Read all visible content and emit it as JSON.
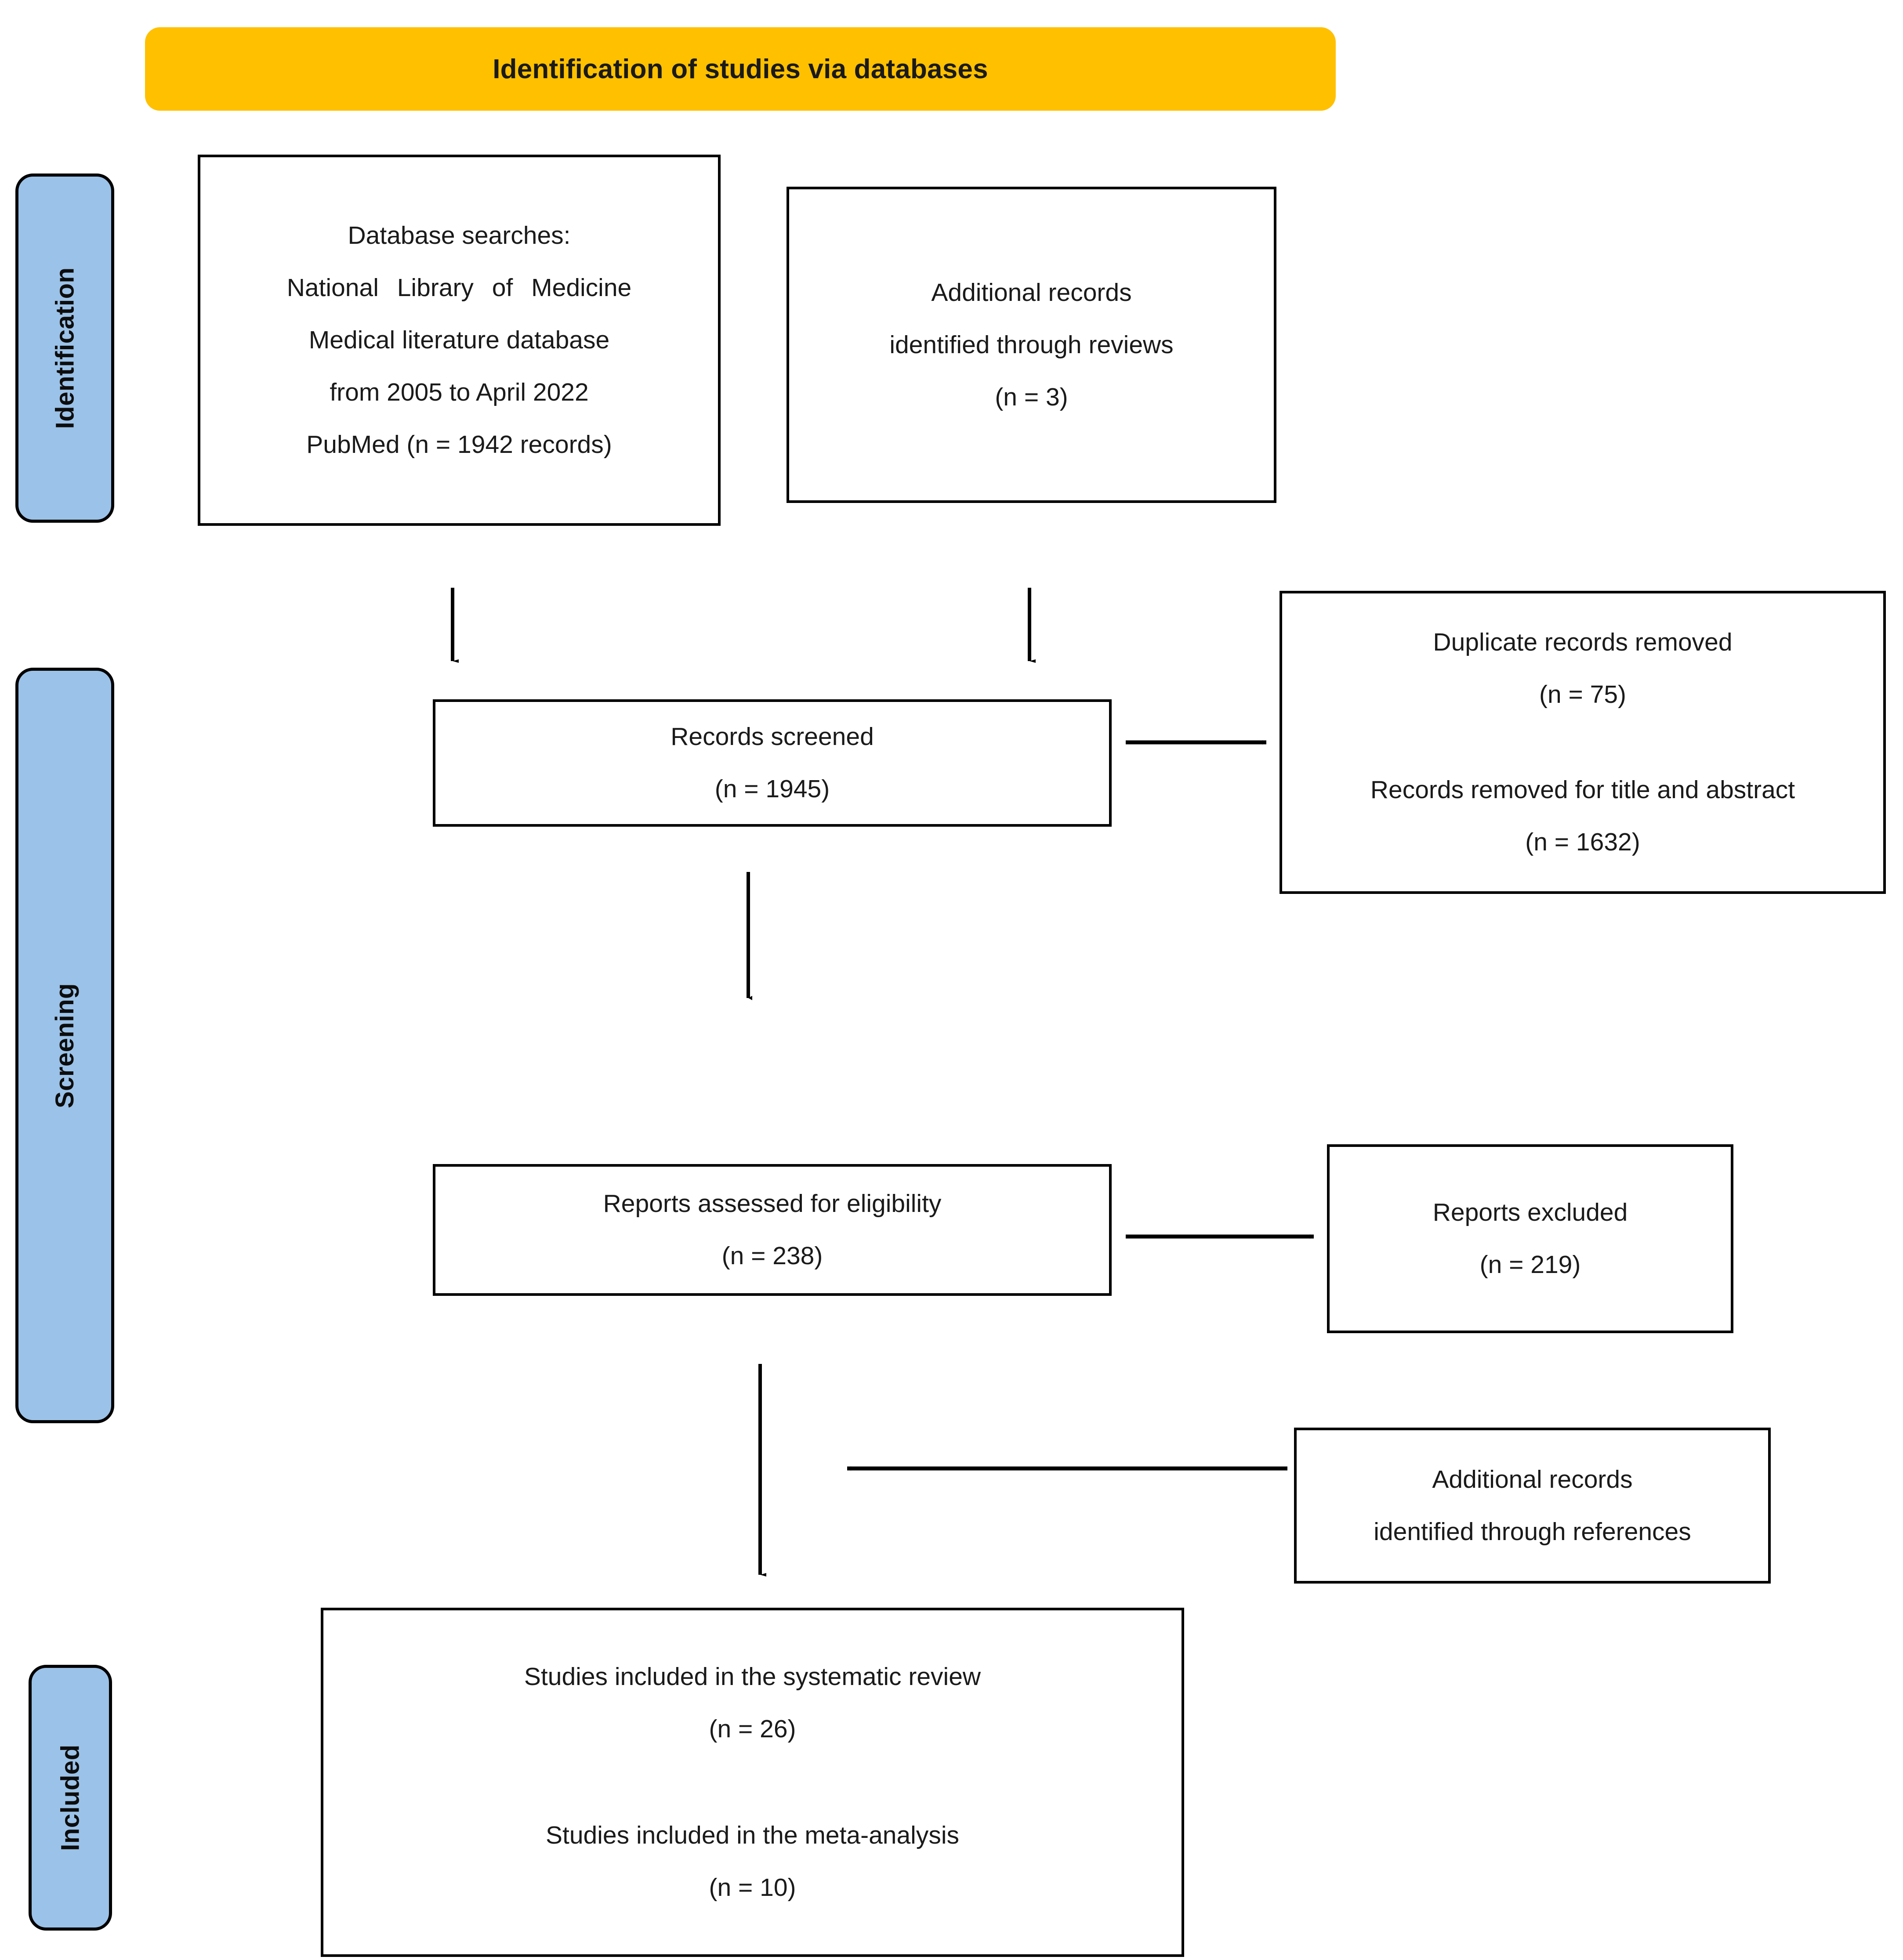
{
  "banner": {
    "title": "Identification of studies via databases",
    "color": "#ffc000"
  },
  "stages": [
    {
      "id": "identification",
      "label": "Identification",
      "color": "#9bc2e8"
    },
    {
      "id": "screening",
      "label": "Screening",
      "color": "#9bc2e8"
    },
    {
      "id": "included",
      "label": "Included",
      "color": "#9bc2e8"
    }
  ],
  "boxes": {
    "database_searches": {
      "lines": [
        "Database searches:",
        "National Library of Medicine",
        "Medical literature database",
        "from 2005 to April 2022",
        "PubMed (n = 1942 records)"
      ]
    },
    "additional_reviews": {
      "lines": [
        "Additional records",
        "identified through reviews",
        "(n = 3)"
      ]
    },
    "records_screened": {
      "lines": [
        "Records screened",
        "(n = 1945)"
      ]
    },
    "records_removed": {
      "lines": [
        "Duplicate records removed",
        "(n = 75)",
        "Records removed for title and abstract",
        "(n = 1632)"
      ]
    },
    "reports_assessed": {
      "lines": [
        "Reports assessed for eligibility",
        "(n = 238)"
      ]
    },
    "reports_excluded": {
      "lines": [
        "Reports excluded",
        "(n = 219)"
      ]
    },
    "additional_references": {
      "lines": [
        "Additional records",
        "identified through references"
      ]
    },
    "studies_included": {
      "lines": [
        "Studies included in the systematic review",
        "(n = 26)",
        "Studies included in the meta-analysis",
        "(n = 10)"
      ]
    }
  },
  "chart_data": {
    "type": "diagram",
    "title": "Identification of studies via databases",
    "diagram_kind": "PRISMA flow diagram",
    "stages": [
      "Identification",
      "Screening",
      "Included"
    ],
    "nodes": [
      {
        "id": "database_searches",
        "stage": "Identification",
        "label": "Database searches: National Library of Medicine Medical literature database from 2005 to April 2022 PubMed",
        "n": 1942
      },
      {
        "id": "additional_reviews",
        "stage": "Identification",
        "label": "Additional records identified through reviews",
        "n": 3
      },
      {
        "id": "records_screened",
        "stage": "Screening",
        "label": "Records screened",
        "n": 1945
      },
      {
        "id": "duplicates_removed",
        "stage": "Screening",
        "label": "Duplicate records removed",
        "n": 75
      },
      {
        "id": "removed_title_abstract",
        "stage": "Screening",
        "label": "Records removed for title and abstract",
        "n": 1632
      },
      {
        "id": "reports_assessed",
        "stage": "Screening",
        "label": "Reports assessed for eligibility",
        "n": 238
      },
      {
        "id": "reports_excluded",
        "stage": "Screening",
        "label": "Reports excluded",
        "n": 219
      },
      {
        "id": "additional_references",
        "stage": "Screening",
        "label": "Additional records identified through references",
        "n": null
      },
      {
        "id": "systematic_review",
        "stage": "Included",
        "label": "Studies included in the systematic review",
        "n": 26
      },
      {
        "id": "meta_analysis",
        "stage": "Included",
        "label": "Studies included in the meta-analysis",
        "n": 10
      }
    ],
    "edges": [
      {
        "from": "database_searches",
        "to": "records_screened",
        "direction": "down"
      },
      {
        "from": "additional_reviews",
        "to": "records_screened",
        "direction": "down"
      },
      {
        "from": "records_screened",
        "to": "duplicates_removed",
        "direction": "right"
      },
      {
        "from": "records_screened",
        "to": "reports_assessed",
        "direction": "down"
      },
      {
        "from": "reports_assessed",
        "to": "reports_excluded",
        "direction": "right"
      },
      {
        "from": "additional_references",
        "to": "studies_included",
        "direction": "left"
      },
      {
        "from": "reports_assessed",
        "to": "studies_included",
        "direction": "down"
      }
    ]
  }
}
